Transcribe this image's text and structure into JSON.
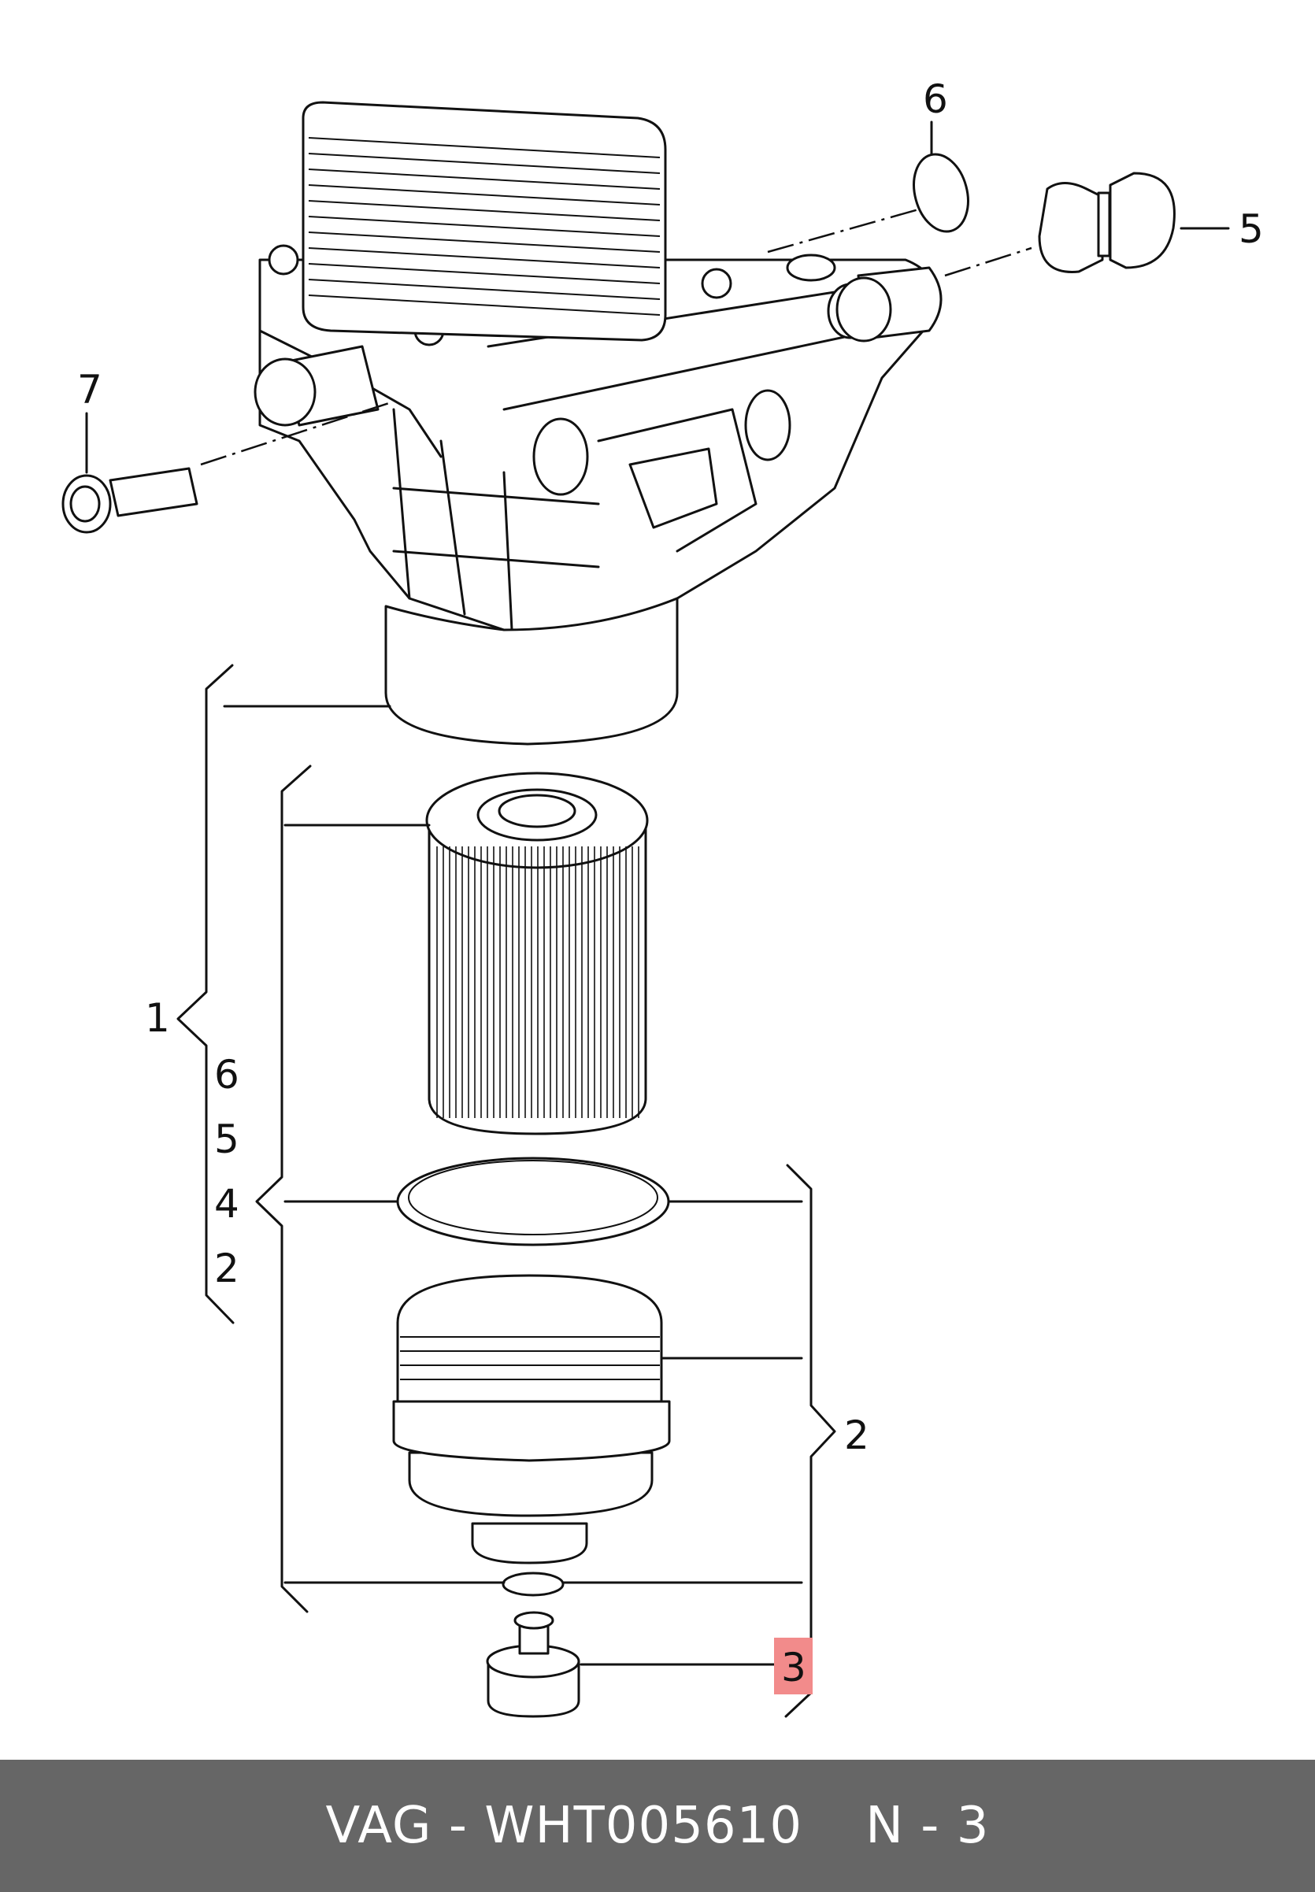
{
  "diagram": {
    "callouts": [
      {
        "id": "6-top",
        "text": "6"
      },
      {
        "id": "5-top",
        "text": "5"
      },
      {
        "id": "7",
        "text": "7"
      },
      {
        "id": "1",
        "text": "1"
      },
      {
        "id": "6-list",
        "text": "6"
      },
      {
        "id": "5-list",
        "text": "5"
      },
      {
        "id": "4-list",
        "text": "4"
      },
      {
        "id": "2-list",
        "text": "2"
      },
      {
        "id": "2-right",
        "text": "2"
      },
      {
        "id": "3",
        "text": "3"
      }
    ],
    "highlight_color": "#f28b8b"
  },
  "footer": {
    "part_ref": "VAG - WHT005610",
    "position": "N - 3",
    "background": "#666666"
  }
}
